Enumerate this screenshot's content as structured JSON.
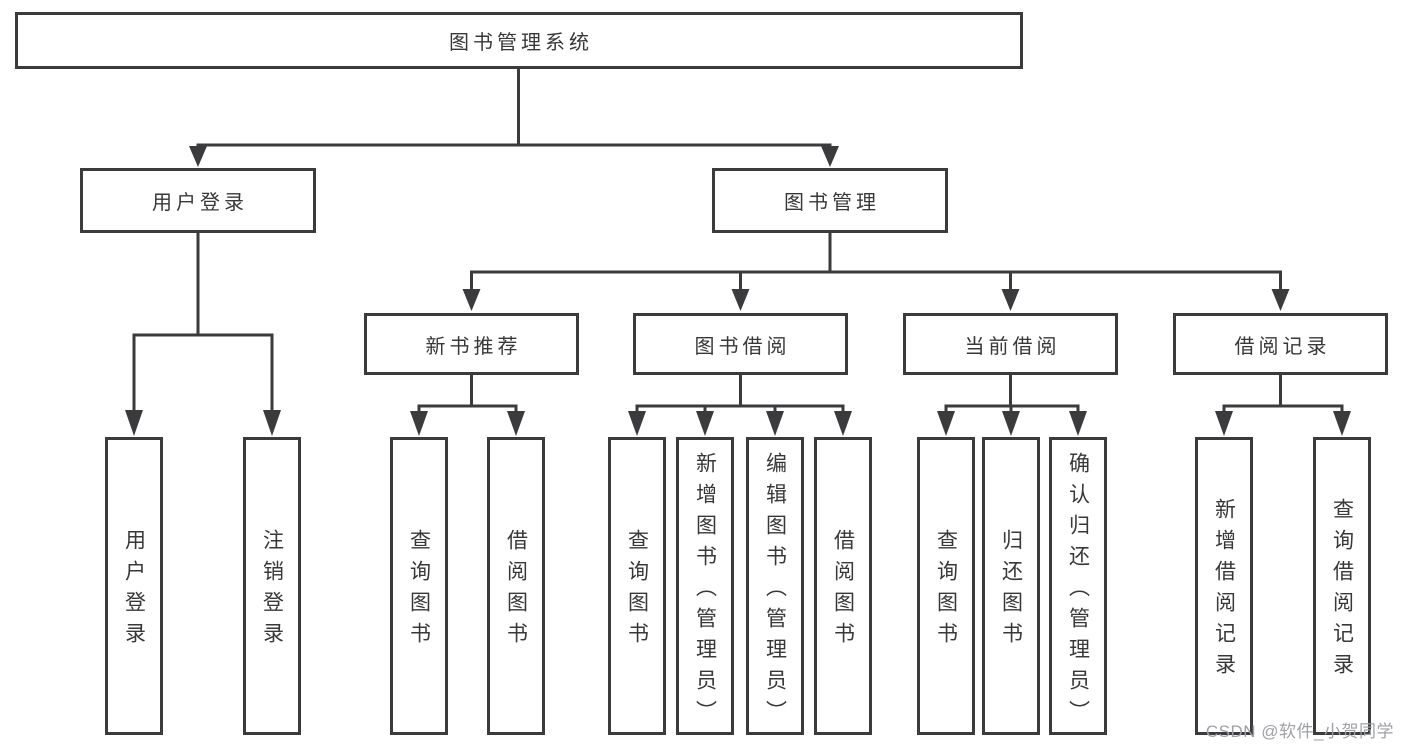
{
  "diagram_title": "图书管理系统",
  "nodes": {
    "root": {
      "label": "图书管理系统"
    },
    "user_login": {
      "label": "用户登录"
    },
    "book_mgmt": {
      "label": "图书管理"
    },
    "new_book_rec": {
      "label": "新书推荐"
    },
    "book_borrow": {
      "label": "图书借阅"
    },
    "current_borrow": {
      "label": "当前借阅"
    },
    "borrow_record": {
      "label": "借阅记录"
    },
    "leaf_user_login": {
      "label": "用户登录"
    },
    "leaf_logout": {
      "label": "注销登录"
    },
    "leaf_query_book_rec": {
      "label": "查询图书"
    },
    "leaf_borrow_book_rec": {
      "label": "借阅图书"
    },
    "leaf_query_book_borrow": {
      "label": "查询图书"
    },
    "leaf_add_book": {
      "label": "新增图书（管理员）"
    },
    "leaf_edit_book": {
      "label": "编辑图书（管理员）"
    },
    "leaf_borrow_book_borrow": {
      "label": "借阅图书"
    },
    "leaf_query_book_current": {
      "label": "查询图书"
    },
    "leaf_return_book": {
      "label": "归还图书"
    },
    "leaf_confirm_return": {
      "label": "确认归还（管理员）"
    },
    "leaf_add_borrow_record": {
      "label": "新增借阅记录"
    },
    "leaf_query_borrow_record": {
      "label": "查询借阅记录"
    }
  },
  "hierarchy": {
    "图书管理系统": {
      "用户登录": [
        "用户登录",
        "注销登录"
      ],
      "图书管理": {
        "新书推荐": [
          "查询图书",
          "借阅图书"
        ],
        "图书借阅": [
          "查询图书",
          "新增图书（管理员）",
          "编辑图书（管理员）",
          "借阅图书"
        ],
        "当前借阅": [
          "查询图书",
          "归还图书",
          "确认归还（管理员）"
        ],
        "借阅记录": [
          "新增借阅记录",
          "查询借阅记录"
        ]
      }
    }
  },
  "watermark": "CSDN @软件_小贺同学",
  "colors": {
    "line": "#3b3b3d",
    "box_border": "#3b3b3d",
    "text": "#38383a",
    "watermark": "#9ea0a5",
    "background": "#ffffff"
  }
}
